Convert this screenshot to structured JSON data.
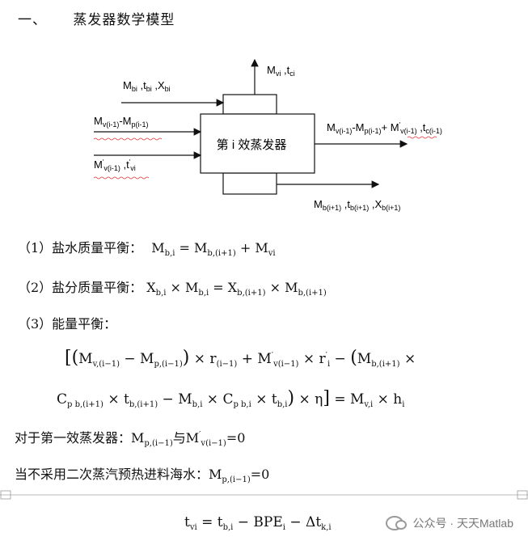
{
  "heading": {
    "number": "一、",
    "title": "蒸发器数学模型"
  },
  "diagram": {
    "box_label": "第 i 效蒸发器",
    "inputs": {
      "brine_in": "Mbi ,tbi ,Xbi",
      "vapor_in_a": "Mv(i-1)-Mp(i-1)",
      "vapor_in_b": "M′v(i-1) ,t′vi"
    },
    "outputs": {
      "vapor_top": "Mvi ,tci",
      "condensate_right": "Mv(i-1)-Mp(i-1)+ M′v(i-1) ,tc(i-1)",
      "brine_out": "Mb(i+1) ,tb(i+1) ,Xb(i+1)"
    }
  },
  "equations": {
    "eq1_label": "（1）盐水质量平衡：",
    "eq2_label": "（2）盐分质量平衡：",
    "eq3_label": "（3）能量平衡：",
    "note1_prefix": "对于第一效蒸发器：",
    "note1_mid": "与",
    "note1_suffix": "=0",
    "note2_prefix": "当不采用二次蒸汽预热进料海水：",
    "note2_suffix": "=0"
  },
  "watermark": "公众号 · 天天Matlab"
}
